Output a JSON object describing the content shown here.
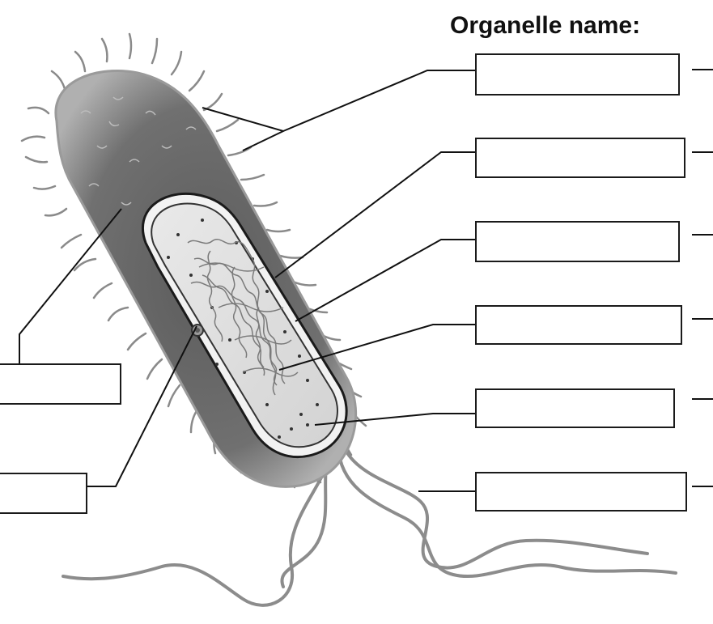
{
  "heading": "Organelle name:",
  "icons": {
    "cell": "bacterium-illustration",
    "fimbriae": "pili-hair",
    "flagellum": "flagellum-tail"
  },
  "colors": {
    "capsule": "#6b6b6b",
    "cytoplasm": "#dcdcdc",
    "outline": "#1a1a1a",
    "appendage": "#8a8a8a"
  },
  "answer_boxes": [
    {
      "id": "box-1",
      "value": ""
    },
    {
      "id": "box-2",
      "value": ""
    },
    {
      "id": "box-3",
      "value": ""
    },
    {
      "id": "box-4",
      "value": ""
    },
    {
      "id": "box-5",
      "value": ""
    },
    {
      "id": "box-6",
      "value": ""
    },
    {
      "id": "box-7",
      "value": ""
    },
    {
      "id": "box-8",
      "value": ""
    }
  ]
}
